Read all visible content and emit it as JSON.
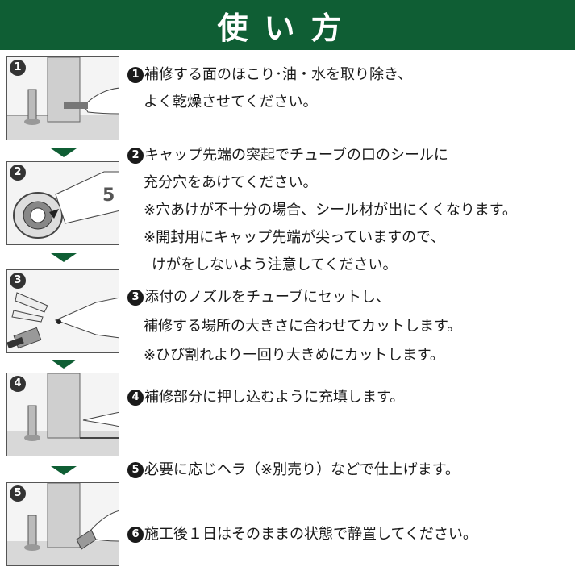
{
  "header": {
    "title": "使い方"
  },
  "steps": [
    {
      "num": "1",
      "lines": [
        "補修する面のほこり･油・水を取り除き、",
        "よく乾燥させてください。"
      ]
    },
    {
      "num": "2",
      "lines": [
        "キャップ先端の突起でチューブの口のシールに",
        "充分穴をあけてください。"
      ],
      "notes": [
        [
          "※穴あけが不十分の場合、シール材が出にくくなります。"
        ],
        [
          "※開封用にキャップ先端が尖っていますので、",
          "けがをしないよう注意してください。"
        ]
      ]
    },
    {
      "num": "3",
      "lines": [
        "添付のノズルをチューブにセットし、",
        "補修する場所の大きさに合わせてカットします。"
      ],
      "notes": [
        [
          "※ひび割れより一回り大きめにカットします。"
        ]
      ]
    },
    {
      "num": "4",
      "lines": [
        "補修部分に押し込むように充填します。"
      ]
    },
    {
      "num": "5",
      "lines": [
        "必要に応じヘラ（※別売り）などで仕上げます。"
      ]
    },
    {
      "num": "6",
      "lines": [
        "施工後１日はそのままの状態で静置してください。"
      ]
    }
  ],
  "panels": [
    {
      "badge": "1"
    },
    {
      "badge": "2",
      "tube_label": "5"
    },
    {
      "badge": "3"
    },
    {
      "badge": "4"
    },
    {
      "badge": "5"
    }
  ],
  "colors": {
    "header_bg": "#0f5e34",
    "arrow": "#0f5e34",
    "text": "#1a1a1a"
  }
}
